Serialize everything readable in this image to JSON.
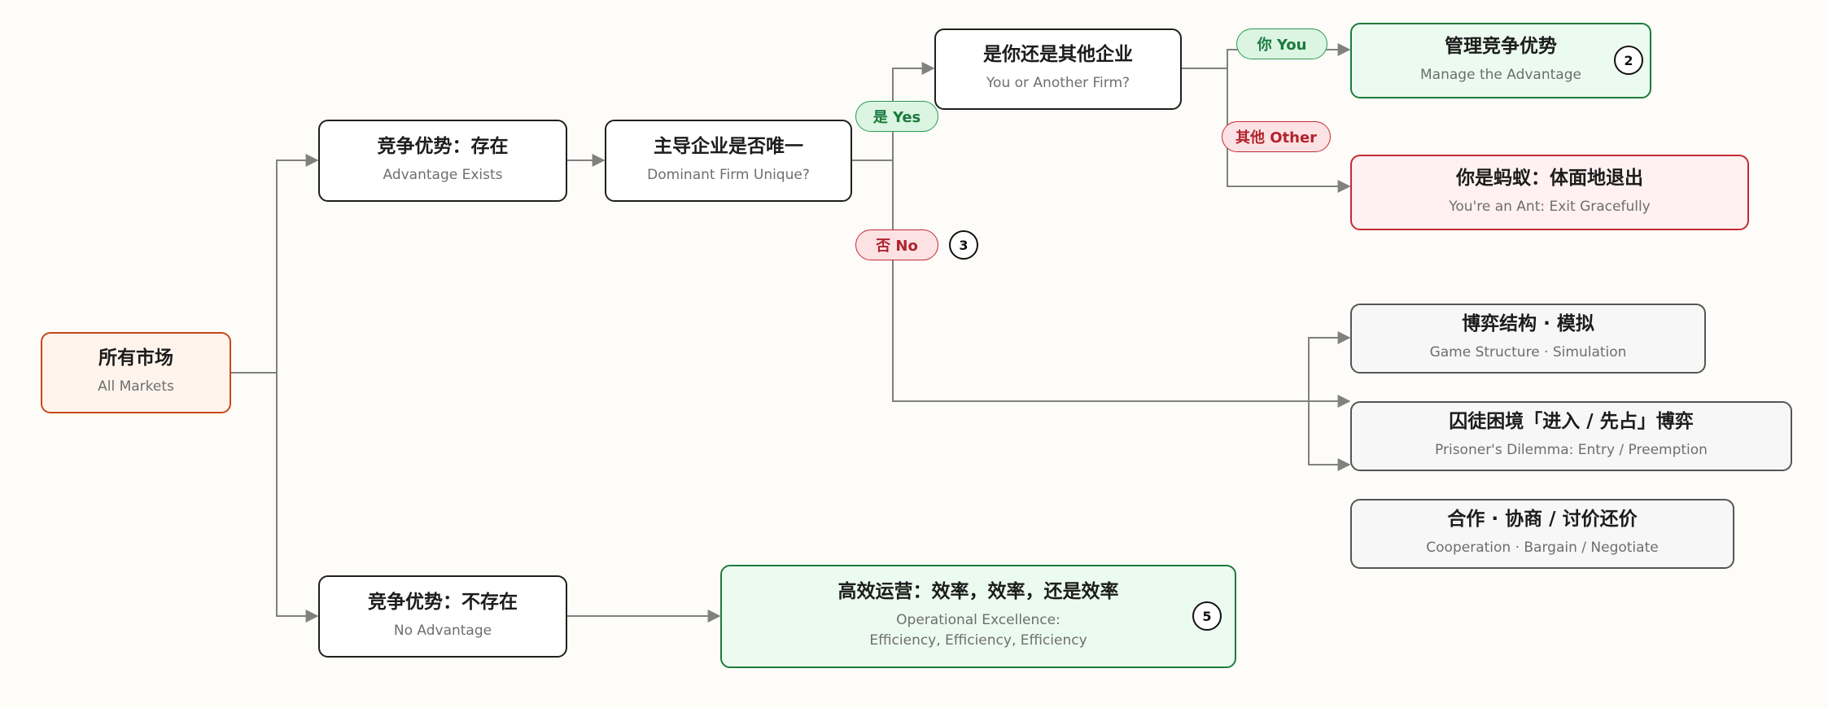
{
  "nodes": {
    "all_markets": {
      "title": "所有市场",
      "subtitle": "All Markets"
    },
    "adv_exists": {
      "title": "竞争优势：存在",
      "subtitle": "Advantage Exists"
    },
    "dominant_unique": {
      "title": "主导企业是否唯一",
      "subtitle": "Dominant Firm Unique?"
    },
    "you_or_other": {
      "title": "是你还是其他企业",
      "subtitle": "You or Another Firm?"
    },
    "manage_adv": {
      "title": "管理竞争优势",
      "subtitle": "Manage the Advantage"
    },
    "ant_exit": {
      "title": "你是蚂蚁：体面地退出",
      "subtitle": "You're an Ant: Exit Gracefully"
    },
    "game_structure": {
      "title": "博弈结构 · 模拟",
      "subtitle": "Game Structure · Simulation"
    },
    "prisoners_dilemma": {
      "title": "囚徒困境「进入 / 先占」博弈",
      "subtitle": "Prisoner's Dilemma: Entry / Preemption"
    },
    "cooperation": {
      "title": "合作 · 协商 / 讨价还价",
      "subtitle": "Cooperation · Bargain / Negotiate"
    },
    "no_adv": {
      "title": "竞争优势：不存在",
      "subtitle": "No Advantage"
    },
    "op_excellence": {
      "title": "高效运营：效率，效率，还是效率",
      "subtitle": "Operational Excellence:\nEfficiency, Efficiency, Efficiency"
    }
  },
  "edge_labels": {
    "yes": "是 Yes",
    "no": "否 No",
    "you": "你 You",
    "other": "其他 Other"
  },
  "badges": {
    "manage": "2",
    "no_branch": "3",
    "op_excellence": "5"
  },
  "colors": {
    "edge": "#808080",
    "start_border": "#c7471a",
    "positive_border": "#1f7a3c",
    "negative_border": "#c42b34",
    "game_border": "#555555"
  }
}
